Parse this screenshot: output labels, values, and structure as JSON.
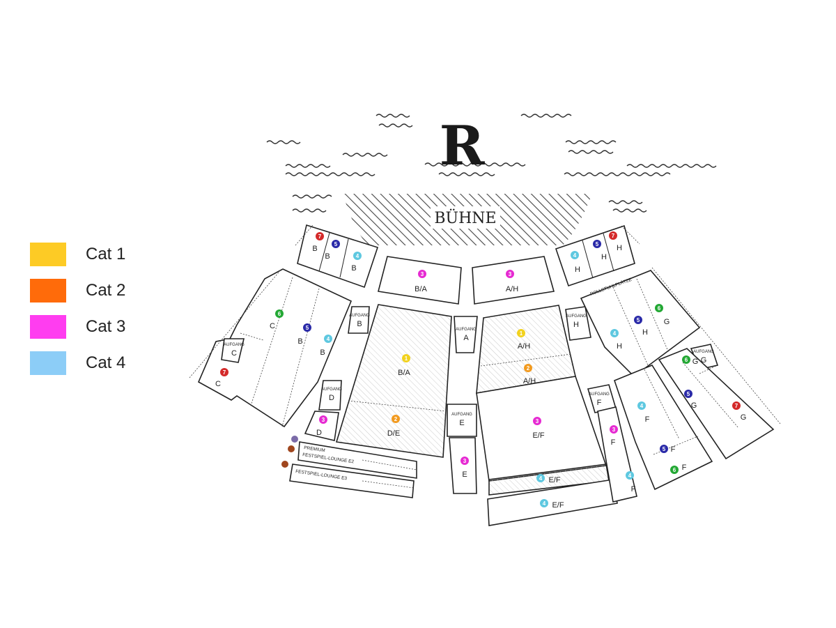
{
  "legend": [
    {
      "label": "Cat 1",
      "color": "#FDCB25"
    },
    {
      "label": "Cat 2",
      "color": "#FF6B0A"
    },
    {
      "label": "Cat 3",
      "color": "#FF3DF0"
    },
    {
      "label": "Cat 4",
      "color": "#8CCDF7"
    }
  ],
  "badge_colors": {
    "1": "#F2D21E",
    "2": "#F29A1E",
    "3": "#E62AD2",
    "4": "#5EC8E0",
    "5": "#2A2AA8",
    "6": "#23A834",
    "7": "#D42A2A"
  },
  "stage": {
    "label": "BÜHNE",
    "logo": "R"
  },
  "sections": [
    {
      "id": "b-top-7",
      "cat": "7",
      "label": "B"
    },
    {
      "id": "b-top-5",
      "cat": "5",
      "label": "B"
    },
    {
      "id": "b-top-4",
      "cat": "4",
      "label": "B"
    },
    {
      "id": "ba-front",
      "cat": "3",
      "label": "B/A"
    },
    {
      "id": "ah-front",
      "cat": "3",
      "label": "A/H"
    },
    {
      "id": "h-top-4",
      "cat": "4",
      "label": "H"
    },
    {
      "id": "h-top-5",
      "cat": "5",
      "label": "H"
    },
    {
      "id": "h-top-7",
      "cat": "7",
      "label": "H"
    },
    {
      "id": "c-6",
      "cat": "6",
      "label": "C"
    },
    {
      "id": "b-5",
      "cat": "5",
      "label": "B"
    },
    {
      "id": "b-4",
      "cat": "4",
      "label": "B"
    },
    {
      "id": "c-7",
      "cat": "7",
      "label": "C"
    },
    {
      "id": "ba-1",
      "cat": "1",
      "label": "B/A"
    },
    {
      "id": "de-2",
      "cat": "2",
      "label": "D/E"
    },
    {
      "id": "d-3",
      "cat": "3",
      "label": "D"
    },
    {
      "id": "ah-1",
      "cat": "1",
      "label": "A/H"
    },
    {
      "id": "ah-2",
      "cat": "2",
      "label": "A/H"
    },
    {
      "id": "ef-3",
      "cat": "3",
      "label": "E/F"
    },
    {
      "id": "ef-4a",
      "cat": "4",
      "label": "E/F"
    },
    {
      "id": "ef-4b",
      "cat": "4",
      "label": "E/F"
    },
    {
      "id": "e-3",
      "cat": "3",
      "label": "E"
    },
    {
      "id": "h-4",
      "cat": "4",
      "label": "H"
    },
    {
      "id": "h-5",
      "cat": "5",
      "label": "H"
    },
    {
      "id": "g-6",
      "cat": "6",
      "label": "G"
    },
    {
      "id": "f-3",
      "cat": "3",
      "label": "F"
    },
    {
      "id": "f-4a",
      "cat": "4",
      "label": "F"
    },
    {
      "id": "f-4b",
      "cat": "4",
      "label": "F"
    },
    {
      "id": "f-5",
      "cat": "5",
      "label": "F"
    },
    {
      "id": "f-6",
      "cat": "6",
      "label": "F"
    },
    {
      "id": "g-6b",
      "cat": "6",
      "label": "G"
    },
    {
      "id": "g-5",
      "cat": "5",
      "label": "G"
    },
    {
      "id": "g-7",
      "cat": "7",
      "label": "G"
    }
  ],
  "exits": [
    {
      "id": "exit-a",
      "label": "AUFGANG",
      "letter": "A"
    },
    {
      "id": "exit-b",
      "label": "AUFGANG",
      "letter": "B"
    },
    {
      "id": "exit-c",
      "label": "AUFGANG",
      "letter": "C"
    },
    {
      "id": "exit-d",
      "label": "AUFGANG",
      "letter": "D"
    },
    {
      "id": "exit-e",
      "label": "AUFGANG",
      "letter": "E"
    },
    {
      "id": "exit-f",
      "label": "AUFGANG",
      "letter": "F"
    },
    {
      "id": "exit-g",
      "label": "AUFGANG",
      "letter": "G"
    },
    {
      "id": "exit-h",
      "label": "AUFGANG",
      "letter": "H"
    }
  ],
  "lounges": {
    "premium": "PREMIUM",
    "e2": "FESTSPIEL-LOUNGE  E2",
    "e3": "FESTSPIEL-LOUNGE  E3",
    "dot_premium_color": "#7B6BA8",
    "dot_lounge_color": "#A0461E"
  },
  "wheelchair": "ROLLSTUHLPLÄTZE"
}
